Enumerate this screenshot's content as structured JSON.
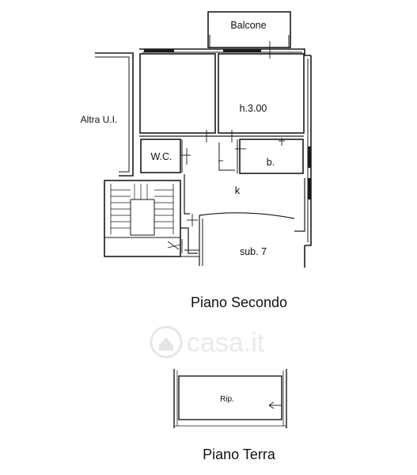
{
  "floors": [
    {
      "title": "Piano Secondo",
      "rooms": {
        "balcony": "Balcone",
        "adjacent_unit": "Altra U.I.",
        "height": "h.3.00",
        "wc": "W.C.",
        "bathroom": "b.",
        "kitchen": "k",
        "subunit": "sub. 7"
      }
    },
    {
      "title": "Piano Terra",
      "rooms": {
        "storage": "Rip."
      }
    }
  ],
  "watermark": "casa.it"
}
